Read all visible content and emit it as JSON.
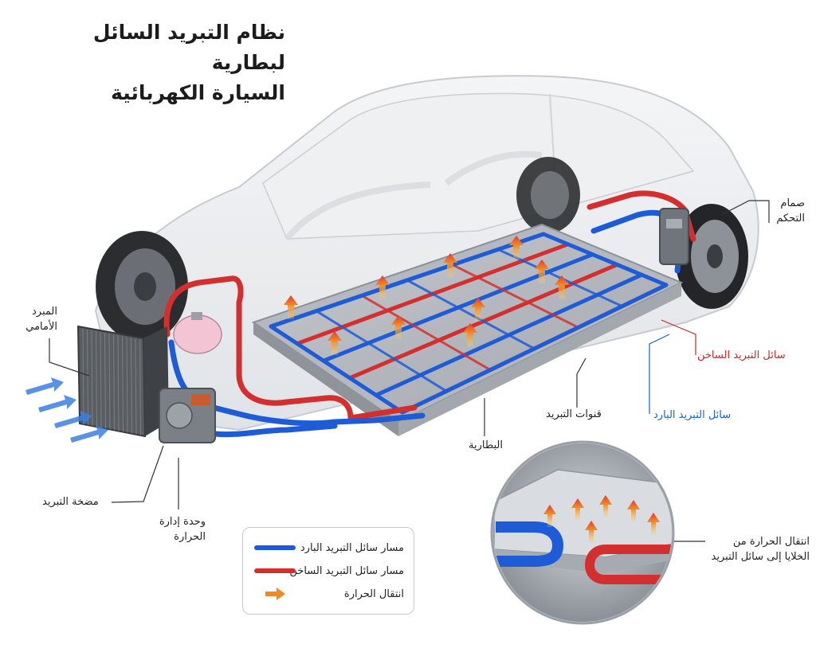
{
  "title": {
    "line1": "نظام التبريد السائل لبطارية",
    "line2": "السيارة الكهربائية"
  },
  "labels": {
    "front_radiator": [
      "المبرد",
      "الأمامي"
    ],
    "control_valve": [
      "صمام",
      "التحكم"
    ],
    "hot_coolant": "سائل التبريد الساخن",
    "cold_coolant": "سائل التبريد البارد",
    "cooling_channels": "قنوات التبريد",
    "battery": "البطارية",
    "coolant_pump": "مضخة التبريد",
    "thermal_unit": [
      "وحدة إدارة",
      "الحرارة"
    ],
    "heat_transfer": [
      "انتقال الحرارة من",
      "الخلايا إلى سائل التبريد"
    ]
  },
  "legend": {
    "cold_path": "مسار سائل التبريد البارد",
    "hot_path": "مسار سائل التبريد الساخن",
    "heat_transfer": "انتقال الحرارة"
  },
  "colors": {
    "cold": "#1e5bd6",
    "hot": "#d32f2f",
    "heat": "#f08a24",
    "text": "#222222"
  }
}
